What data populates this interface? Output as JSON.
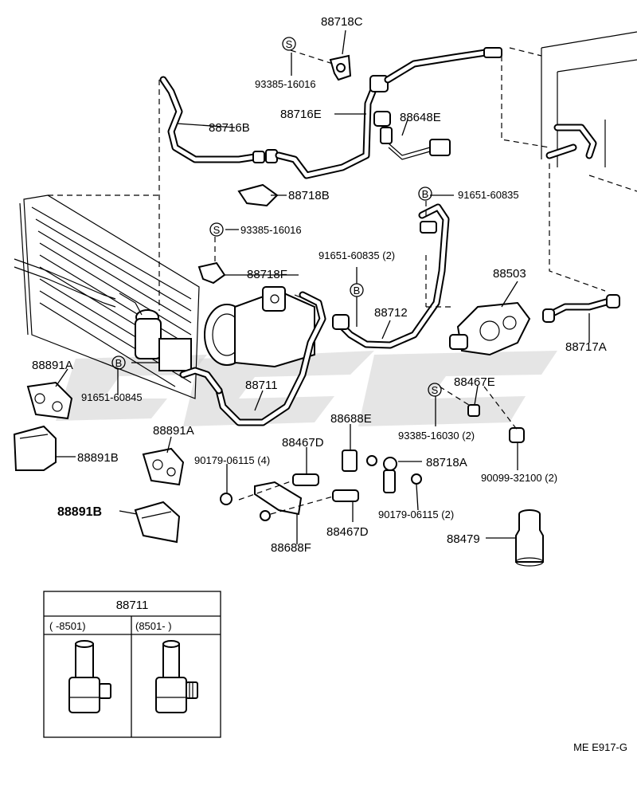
{
  "labels": {
    "p88718C": "88718C",
    "p93385_16016_top": "93385-16016",
    "p88716E": "88716E",
    "p88648E": "88648E",
    "p88716B": "88716B",
    "p88718B": "88718B",
    "p91651_60835_top": "91651-60835",
    "p93385_16016_mid": "93385-16016",
    "p91651_60835_2": "91651-60835 (2)",
    "p88718F": "88718F",
    "p88503": "88503",
    "p88712": "88712",
    "p88717A": "88717A",
    "p88891A_left": "88891A",
    "p91651_60845": "91651-60845",
    "p88711": "88711",
    "p88467E": "88467E",
    "p93385_16030": "93385-16030 (2)",
    "p88688E": "88688E",
    "p88891A_mid": "88891A",
    "p88467D_top": "88467D",
    "p90179_06115_4": "90179-06115 (4)",
    "p88718A": "88718A",
    "p88891B_top": "88891B",
    "p90099_32100": "90099-32100 (2)",
    "p88891B_bottom": "88891B",
    "p90179_06115_2": "90179-06115 (2)",
    "p88467D_bottom": "88467D",
    "p88688F": "88688F",
    "p88479": "88479"
  },
  "symbols": {
    "s": "S",
    "b": "B"
  },
  "inset": {
    "title": "88711",
    "left_range": "(        -8501)",
    "right_range": "(8501-          )"
  },
  "footer_code": "ME E917-G"
}
